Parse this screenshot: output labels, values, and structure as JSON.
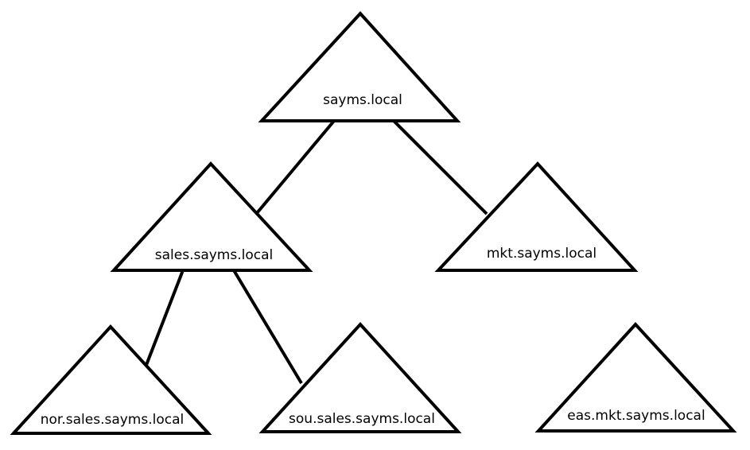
{
  "diagram": {
    "nodes": {
      "root": "sayms.local",
      "sales": "sales.sayms.local",
      "mkt": "mkt.sayms.local",
      "nor": "nor.sales.sayms.local",
      "sou": "sou.sales.sayms.local",
      "eas": "eas.mkt.sayms.local"
    },
    "edges": [
      [
        "root",
        "sales"
      ],
      [
        "root",
        "mkt"
      ],
      [
        "sales",
        "nor"
      ],
      [
        "sales",
        "sou"
      ]
    ],
    "colors": {
      "stroke": "#000000",
      "fill": "#ffffff",
      "text": "#000000",
      "background": "#ffffff"
    }
  }
}
